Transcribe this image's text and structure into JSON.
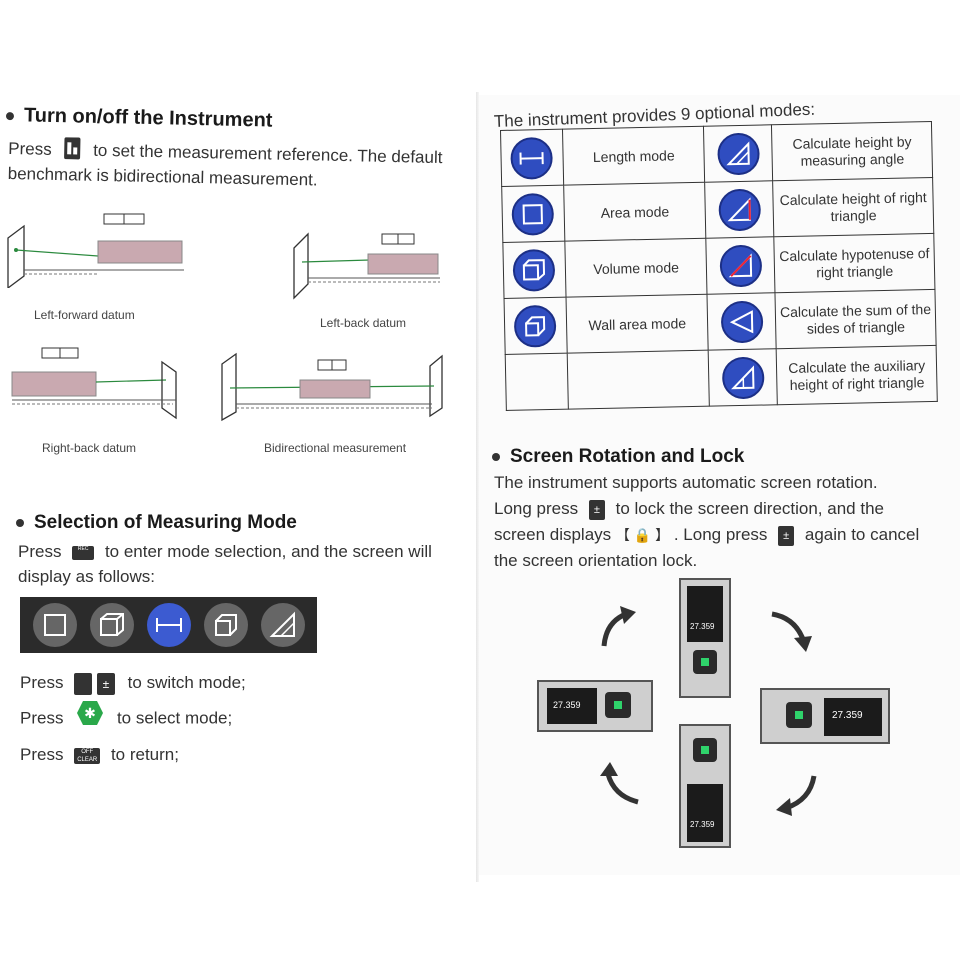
{
  "left": {
    "section1": {
      "title": "Turn on/off the Instrument",
      "line1_pre": "Press",
      "line1_post": "to set the measurement reference. The default",
      "line2": "benchmark is bidirectional measurement."
    },
    "datums": {
      "left_forward": "Left-forward datum",
      "left_back": "Left-back datum",
      "right_back": "Right-back datum",
      "bidirectional": "Bidirectional measurement"
    },
    "section2": {
      "title": "Selection of Measuring Mode",
      "line1_pre": "Press",
      "line1_post": "to enter mode selection, and the screen will",
      "line2": "display as follows:",
      "press": "Press",
      "switch_text": "to switch mode;",
      "select_text": "to select mode;",
      "return_text": "to return;",
      "key_record": "FOR\nRECORD",
      "key_clear": "OFF\nCLEAR"
    }
  },
  "right": {
    "intro": "The instrument provides 9 optional modes:",
    "modes": [
      {
        "left_name": "Length mode",
        "right_desc": "Calculate height by measuring angle"
      },
      {
        "left_name": "Area mode",
        "right_desc": "Calculate height of right triangle"
      },
      {
        "left_name": "Volume mode",
        "right_desc": "Calculate hypotenuse of right triangle"
      },
      {
        "left_name": "Wall area mode",
        "right_desc": "Calculate the sum of the sides of triangle"
      },
      {
        "left_name": "",
        "right_desc": "Calculate the auxiliary height of right triangle"
      }
    ],
    "section3": {
      "title": "Screen Rotation and Lock",
      "line1": "The instrument supports automatic screen rotation.",
      "line2_pre": "Long press",
      "line2_post": "to lock the screen direction, and the",
      "line3_pre": "screen displays",
      "line3_bracket": "【 🔒 】",
      "line3_mid": ". Long press",
      "line3_post": "again to cancel",
      "line4": "the screen orientation lock."
    },
    "device_reading": "27.359"
  },
  "colors": {
    "mode_blue": "#2f4dc0",
    "screen_green": "#2fd36b",
    "device_body": "#c9a9b0"
  }
}
